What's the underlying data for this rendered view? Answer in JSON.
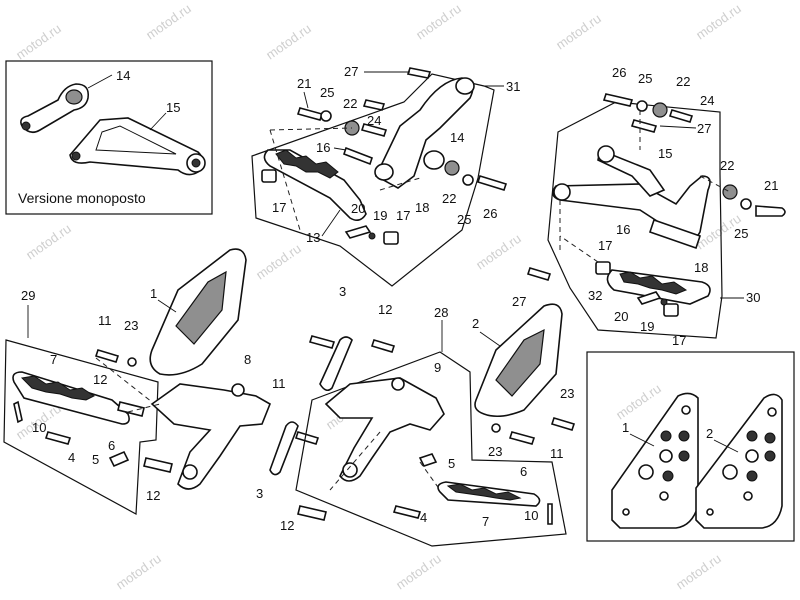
{
  "watermark": "motod.ru",
  "inset_caption": "Versione monoposto",
  "callouts": {
    "c14a": "14",
    "c15a": "15",
    "c27a": "27",
    "c21a": "21",
    "c25a": "25",
    "c22a": "22",
    "c24a": "24",
    "c31": "31",
    "c16a": "16",
    "c14b": "14",
    "c17a": "17",
    "c20a": "20",
    "c19a": "19",
    "c17b": "17",
    "c18a": "18",
    "c22b": "22",
    "c26a": "26",
    "c25b": "25",
    "c13": "13",
    "c26b": "26",
    "c25c": "25",
    "c22c": "22",
    "c24b": "24",
    "c27b": "27",
    "c15b": "15",
    "c22d": "22",
    "c21b": "21",
    "c25d": "25",
    "c16b": "16",
    "c17c": "17",
    "c18b": "18",
    "c27c": "27",
    "c32": "32",
    "c30": "30",
    "c20b": "20",
    "c19b": "19",
    "c17d": "17",
    "c1a": "1",
    "c29": "29",
    "c11a": "11",
    "c23a": "23",
    "c7a": "7",
    "c12a": "12",
    "c10a": "10",
    "c6a": "6",
    "c4a": "4",
    "c5a": "5",
    "c12b": "12",
    "c8": "8",
    "c3a": "3",
    "c11b": "11",
    "c3b": "3",
    "c12c": "12",
    "c28": "28",
    "c9": "9",
    "c5b": "5",
    "c12d": "12",
    "c4b": "4",
    "c7b": "7",
    "c6b": "6",
    "c10b": "10",
    "c2a": "2",
    "c23b": "23",
    "c23c": "23",
    "c11c": "11",
    "c1b": "1",
    "c2b": "2"
  }
}
